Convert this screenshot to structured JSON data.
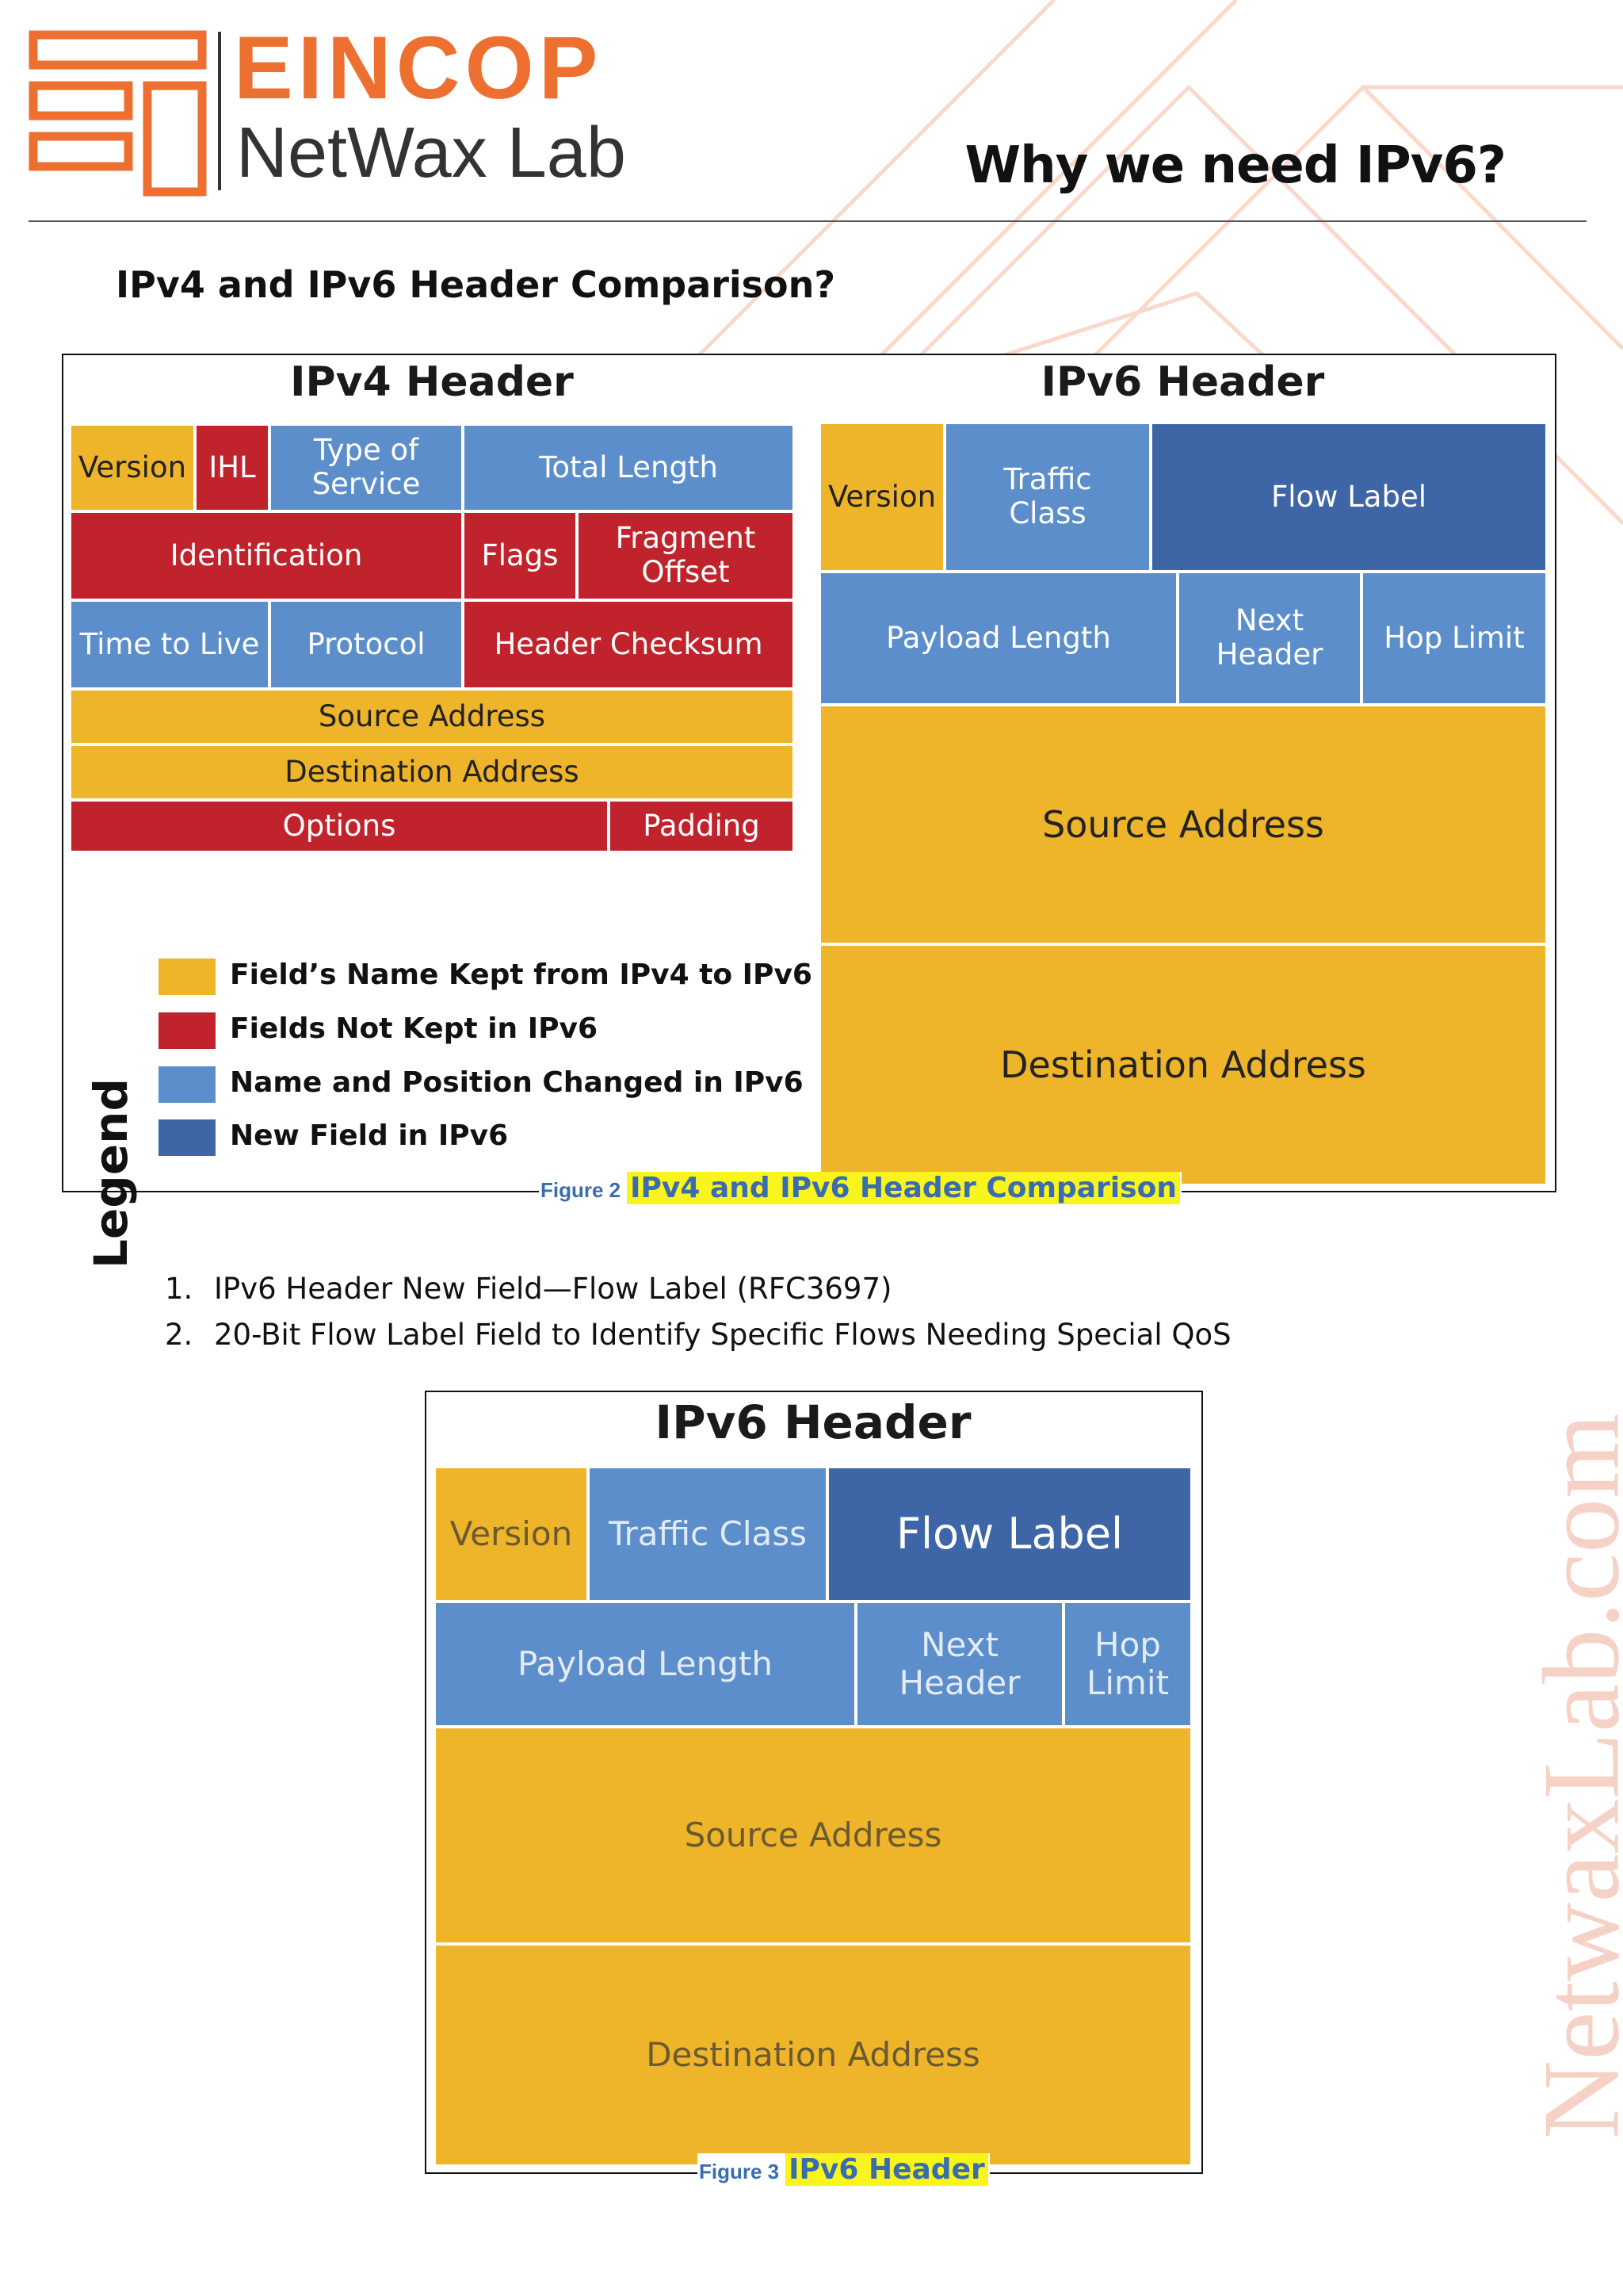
{
  "brand": {
    "name": "EINCOP",
    "sub": "NetWax Lab",
    "color": "#ee7030"
  },
  "page_title": "Why we need IPv6?",
  "section_heading": "IPv4 and IPv6 Header Comparison?",
  "watermark": "NetwaxLab.com",
  "colors": {
    "kept": "#eeb42a",
    "not_kept": "#c1232c",
    "changed": "#5b8ecb",
    "new": "#3e65a5"
  },
  "figure2": {
    "ipv4": {
      "title": "IPv4 Header",
      "version": "Version",
      "ihl": "IHL",
      "tos": "Type of Service",
      "total_length": "Total Length",
      "identification": "Identification",
      "flags": "Flags",
      "fragment_offset": "Fragment Offset",
      "ttl": "Time to Live",
      "protocol": "Protocol",
      "checksum": "Header Checksum",
      "source": "Source Address",
      "destination": "Destination Address",
      "options": "Options",
      "padding": "Padding"
    },
    "ipv6": {
      "title": "IPv6 Header",
      "version": "Version",
      "traffic_class": "Traffic Class",
      "flow_label": "Flow Label",
      "payload_length": "Payload Length",
      "next_header": "Next Header",
      "hop_limit": "Hop Limit",
      "source": "Source Address",
      "destination": "Destination Address"
    },
    "legend": {
      "title": "Legend",
      "items": [
        "Field’s Name Kept from IPv4 to IPv6",
        "Fields Not Kept in IPv6",
        "Name and Position Changed in IPv6",
        "New Field in IPv6"
      ]
    },
    "caption_label": "Figure 2",
    "caption_text": "IPv4 and IPv6 Header Comparison"
  },
  "list": [
    {
      "num": "1.",
      "text": "IPv6 Header New Field—Flow Label (RFC3697)"
    },
    {
      "num": "2.",
      "text": "20-Bit Flow Label Field to Identify Specific Flows Needing Special QoS"
    }
  ],
  "figure3": {
    "title": "IPv6 Header",
    "version": "Version",
    "traffic_class": "Traffic Class",
    "flow_label": "Flow Label",
    "payload_length": "Payload Length",
    "next_header": "Next Header",
    "hop_limit": "Hop Limit",
    "source": "Source Address",
    "destination": "Destination Address",
    "caption_label": "Figure 3",
    "caption_text": "IPv6 Header"
  }
}
